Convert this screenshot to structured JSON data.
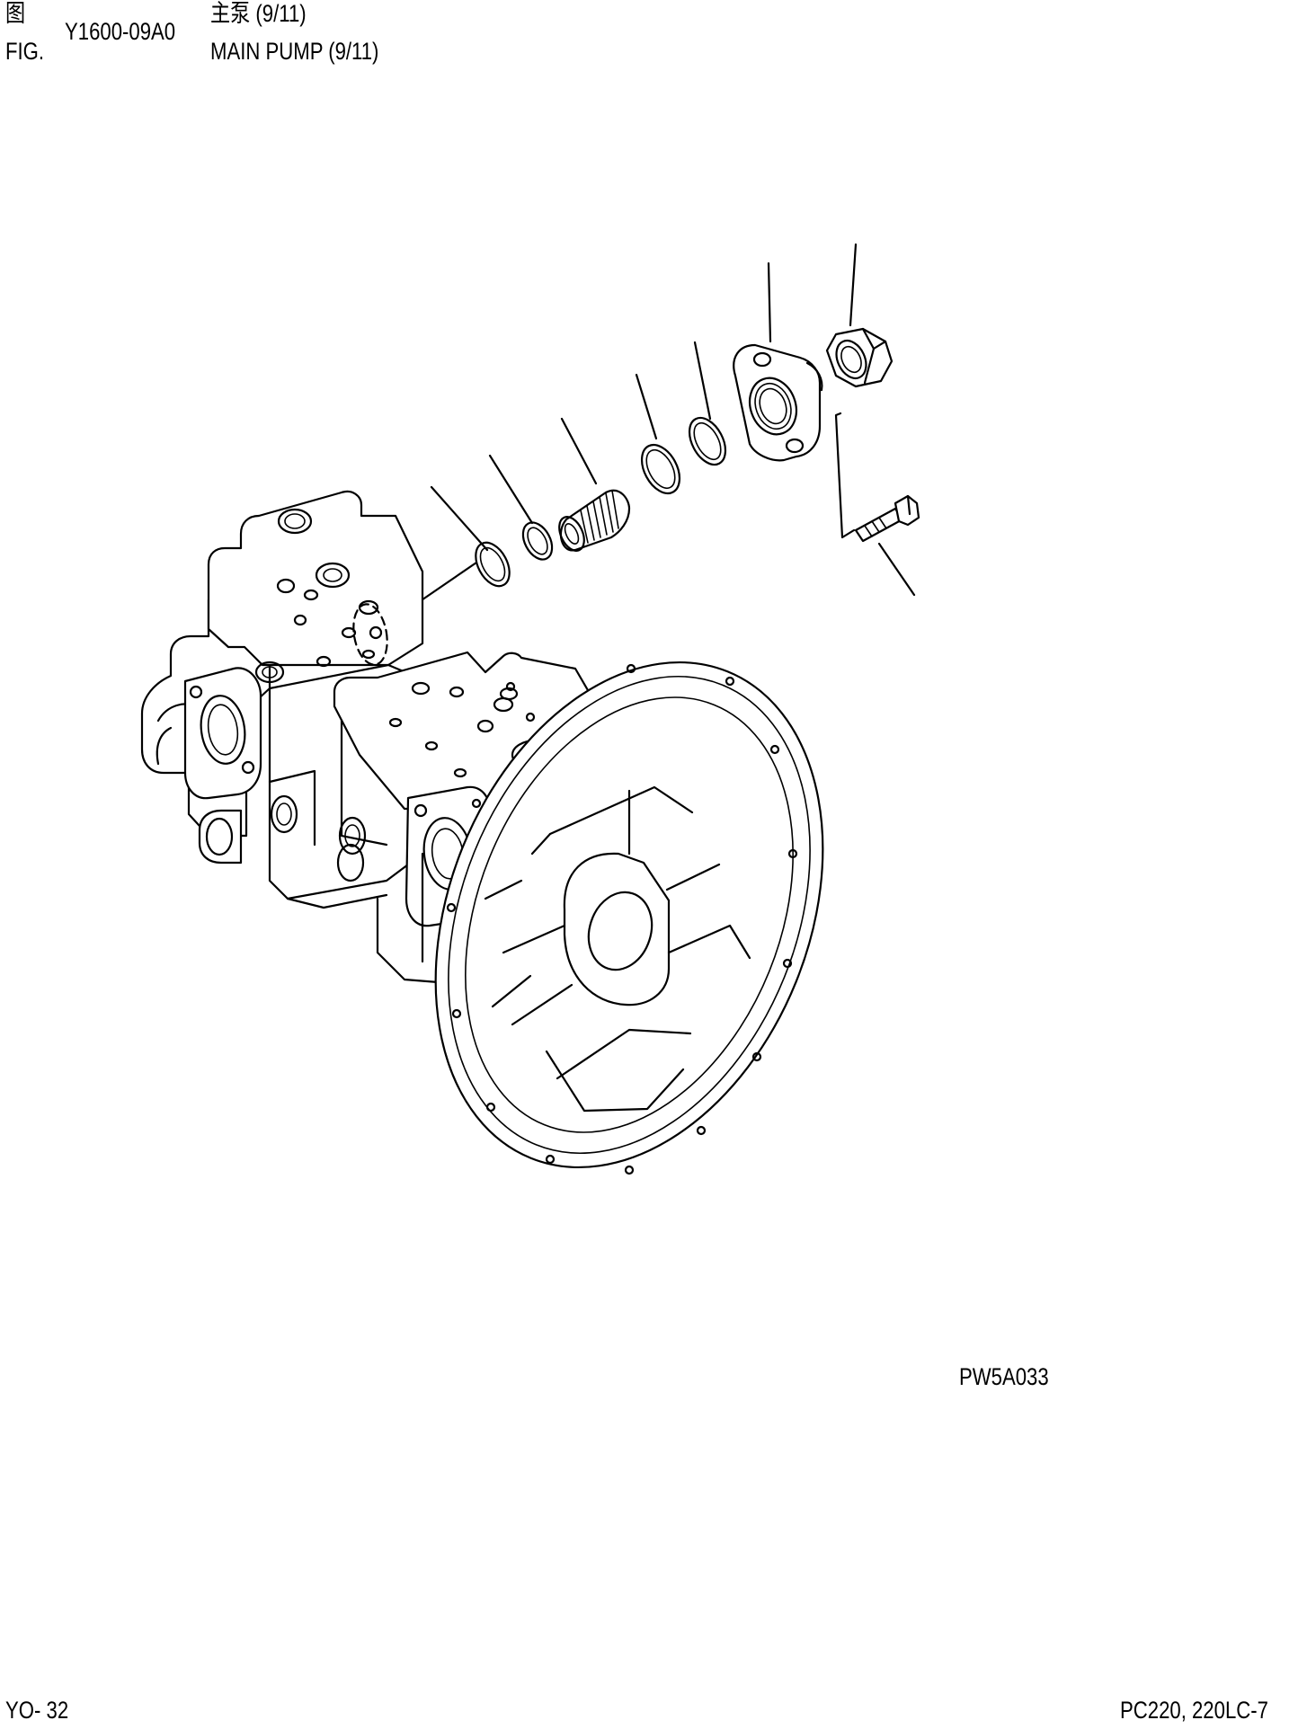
{
  "header": {
    "fig_cn": "图",
    "fig_en": "FIG.",
    "fig_number": "Y1600-09A0",
    "title_cn": "主泵 (9/11)",
    "title_en": "MAIN PUMP (9/11)"
  },
  "drawing": {
    "code": "PW5A033",
    "callout_count": 8
  },
  "footer": {
    "page": "YO- 32",
    "model": "PC220, 220LC-7"
  }
}
